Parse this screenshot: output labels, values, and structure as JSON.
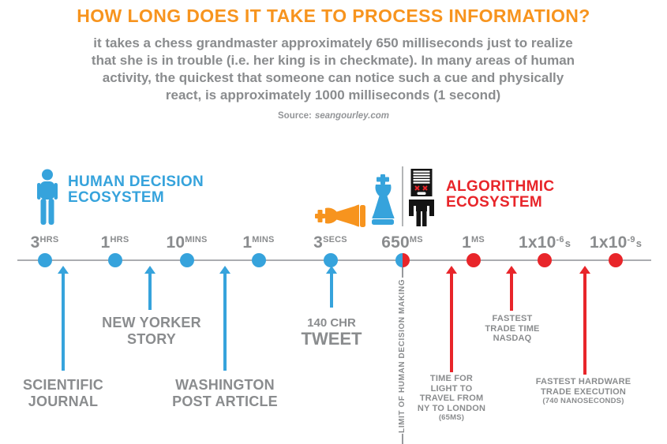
{
  "header": {
    "title": "HOW LONG DOES IT TAKE TO PROCESS INFORMATION?",
    "subtitle_lines": [
      "it takes a chess grandmaster approximately 650 milliseconds just to realize",
      "that she is in trouble (i.e. her king is in checkmate). In many areas of human",
      "activity, the quickest that someone can notice such a cue and physically",
      "react, is approximately 1000 milliseconds (1 second)"
    ],
    "source_label": "Source:",
    "source_value": "seangourley.com"
  },
  "ecosystems": {
    "human": {
      "line1": "HUMAN DECISION",
      "line2": "ECOSYSTEM",
      "icon": "person-icon",
      "color": "#36A3DC"
    },
    "algorithmic": {
      "line1": "ALGORITHMIC",
      "line2": "ECOSYSTEM",
      "icon": "robot-icon",
      "color": "#E8252A"
    },
    "divider_icon": "chess-kings-icon"
  },
  "timeline": {
    "limit_label": "LIMIT OF HUMAN DECISION MAKING",
    "ticks": [
      {
        "big": "3",
        "sup": "HRS",
        "tail": "",
        "dot": "blue"
      },
      {
        "big": "1",
        "sup": "HRS",
        "tail": "",
        "dot": "blue"
      },
      {
        "big": "10",
        "sup": "MINS",
        "tail": "",
        "dot": "blue"
      },
      {
        "big": "1",
        "sup": "MINS",
        "tail": "",
        "dot": "blue"
      },
      {
        "big": "3",
        "sup": "SECS",
        "tail": "",
        "dot": "blue"
      },
      {
        "big": "650",
        "sup": "MS",
        "tail": "",
        "dot": "half-blue-half-red"
      },
      {
        "big": "1",
        "sup": "MS",
        "tail": "",
        "dot": "red"
      },
      {
        "big": "1x10",
        "sup": "-6",
        "tail": "s",
        "dot": "red"
      },
      {
        "big": "1x10",
        "sup": "-9",
        "tail": "s",
        "dot": "red"
      }
    ],
    "annotations": {
      "scientific_journal": {
        "lines": [
          "SCIENTIFIC",
          "JOURNAL"
        ],
        "arrow": "blue"
      },
      "new_yorker": {
        "lines": [
          "NEW YORKER",
          "STORY"
        ],
        "arrow": "blue"
      },
      "washington_post": {
        "lines": [
          "WASHINGTON",
          "POST ARTICLE"
        ],
        "arrow": "blue"
      },
      "tweet": {
        "line_small": "140 CHR",
        "line_big": "TWEET",
        "arrow": "blue"
      },
      "light_ny_london": {
        "lines": [
          "TIME FOR",
          "LIGHT TO",
          "TRAVEL FROM",
          "NY TO LONDON"
        ],
        "note": "(65MS)",
        "arrow": "red"
      },
      "nasdaq": {
        "lines": [
          "FASTEST",
          "TRADE TIME",
          "NASDAQ"
        ],
        "arrow": "red"
      },
      "hardware": {
        "lines": [
          "FASTEST HARDWARE",
          "TRADE EXECUTION"
        ],
        "note": "(740 NANOSECONDS)",
        "arrow": "red"
      }
    }
  },
  "colors": {
    "title_orange": "#F7941E",
    "human_blue": "#36A3DC",
    "algo_red": "#E8252A",
    "text_gray": "#8A8C8E",
    "axis_gray": "#ABADB0",
    "chess_orange": "#F7941E"
  }
}
